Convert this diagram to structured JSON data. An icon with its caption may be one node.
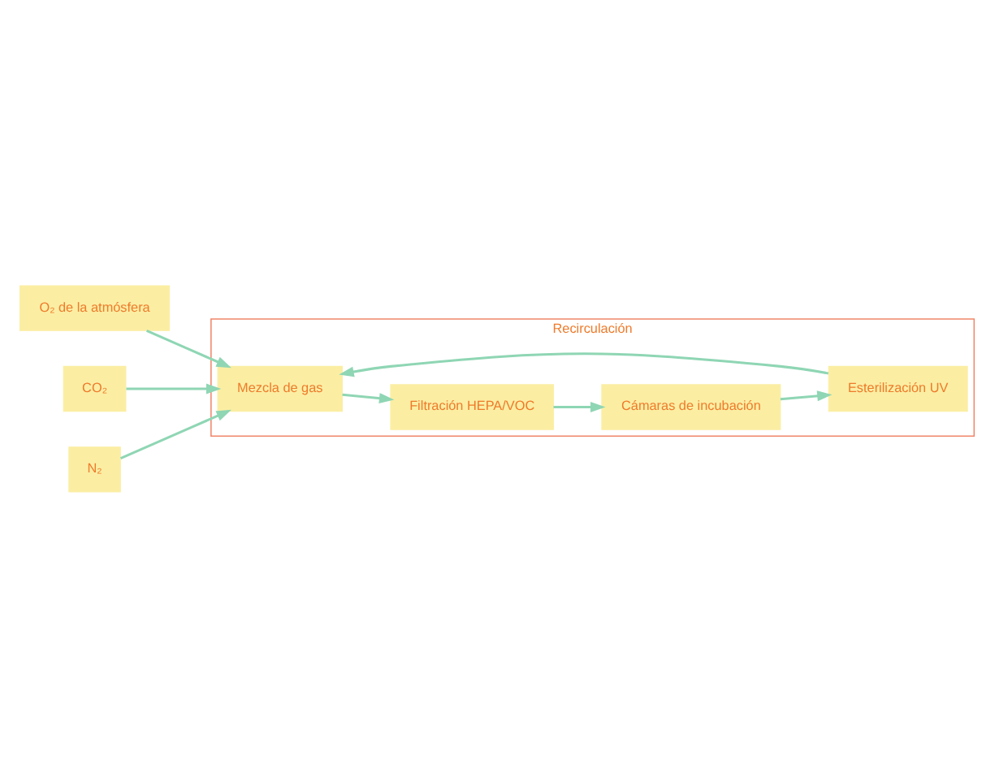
{
  "diagram": {
    "nodes": [
      {
        "text": [
          "O₂ de la atmósfera"
        ]
      },
      {
        "text": [
          "CO₂"
        ]
      },
      {
        "text": [
          "N₂"
        ]
      },
      {
        "text": [
          "Recirculación"
        ]
      },
      {
        "text": [
          "Mezcla de gas"
        ],
        "in": 3
      },
      {
        "text": [
          "Filtración HEPA/VOC"
        ],
        "in": 3
      },
      {
        "text": [
          "Cámaras de incubación"
        ],
        "in": 3
      },
      {
        "text": [
          "Esterilización UV"
        ],
        "in": 3
      }
    ],
    "edges": [
      {
        "from": 0,
        "to": 4,
        "arrow": "to"
      },
      {
        "from": 1,
        "to": 4,
        "arrow": "to"
      },
      {
        "from": 2,
        "to": 4,
        "arrow": "to"
      },
      {
        "from": 4,
        "to": 5,
        "arrow": "to"
      },
      {
        "from": 5,
        "to": 6,
        "arrow": "to"
      },
      {
        "from": 6,
        "to": 7,
        "arrow": "to"
      },
      {
        "from": 7,
        "to": 4,
        "arrow": "to"
      }
    ]
  }
}
